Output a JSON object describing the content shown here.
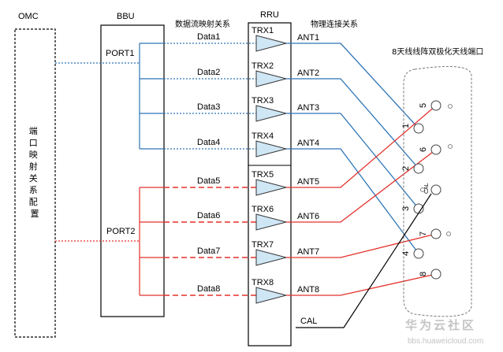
{
  "labels": {
    "omc": "OMC",
    "bbu": "BBU",
    "rru": "RRU",
    "data_mapping": "数据流映射关系",
    "physical_connection": "物理连接关系",
    "antenna_port_title": "8天线线阵双极化天线端口",
    "omc_vertical": "端口映射关系配置",
    "port1": "PORT1",
    "port2": "PORT2",
    "cal": "CAL",
    "cal_port": "CAL"
  },
  "data_streams": [
    "Data1",
    "Data2",
    "Data3",
    "Data4",
    "Data5",
    "Data6",
    "Data7",
    "Data8"
  ],
  "trx": [
    "TRX1",
    "TRX2",
    "TRX3",
    "TRX4",
    "TRX5",
    "TRX6",
    "TRX7",
    "TRX8"
  ],
  "ant": [
    "ANT1",
    "ANT2",
    "ANT3",
    "ANT4",
    "ANT5",
    "ANT6",
    "ANT7",
    "ANT8"
  ],
  "antenna_ports": [
    "1",
    "2",
    "3",
    "4",
    "5",
    "6",
    "7",
    "8"
  ],
  "colors": {
    "blue": "#2e75b6",
    "red": "#e3312c",
    "black": "#000000",
    "triangle_fill": "#cfe6f5"
  },
  "watermark": {
    "main": "华为云社区",
    "url": "bbs.huaweicloud.com"
  }
}
